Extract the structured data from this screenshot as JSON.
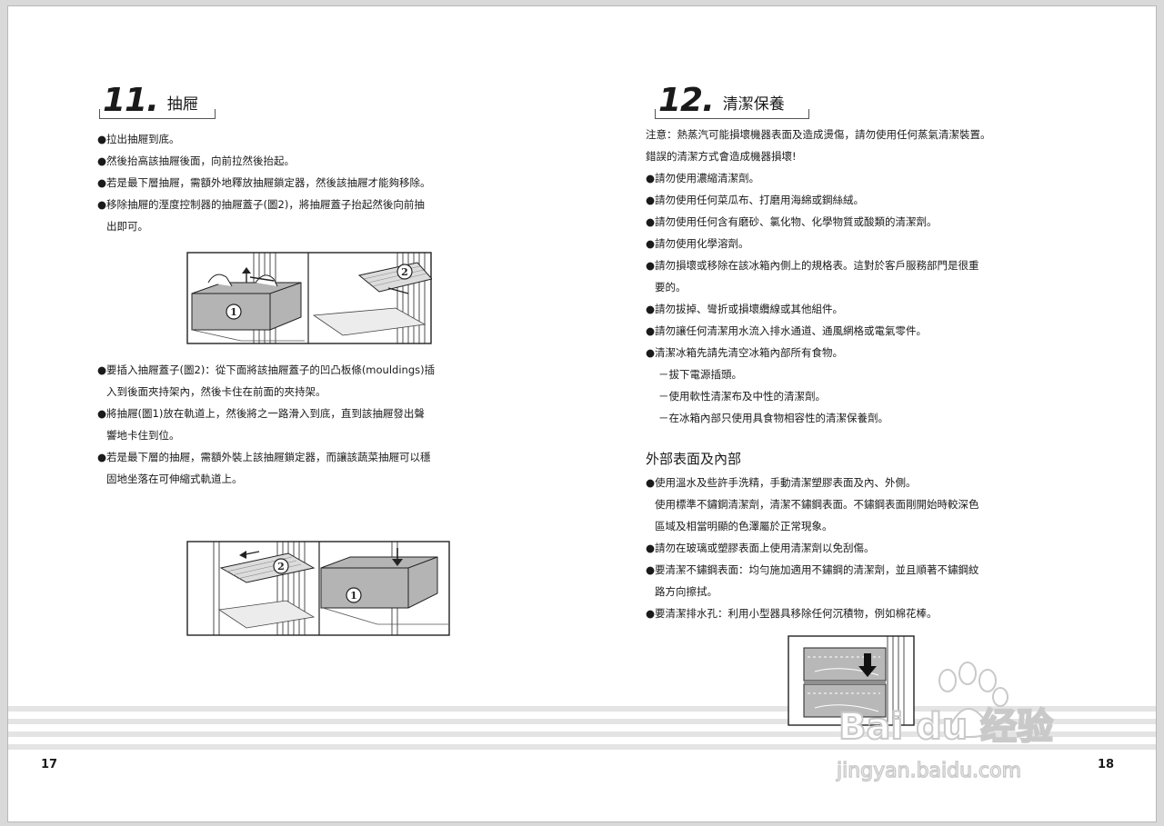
{
  "left_page": {
    "section_number": "11.",
    "section_title": "抽屜",
    "lines_top": [
      {
        "text": "●拉出抽屜到底。",
        "indent": false
      },
      {
        "text": "●然後抬高該抽屜後面，向前拉然後抬起。",
        "indent": false
      },
      {
        "text": "●若是最下層抽屜，需額外地釋放抽屜鎖定器，然後該抽屜才能夠移除。",
        "indent": false
      },
      {
        "text": "●移除抽屜的溼度控制器的抽屜蓋子(圖2)，將抽屜蓋子抬起然後向前抽",
        "indent": false
      },
      {
        "text": "出即可。",
        "indent": true
      }
    ],
    "lines_bottom": [
      {
        "text": "●要插入抽屜蓋子(圖2)：從下面將該抽屜蓋子的凹凸板條(mouldings)插",
        "indent": false
      },
      {
        "text": "入到後面夾持架內，然後卡住在前面的夾持架。",
        "indent": true
      },
      {
        "text": "●將抽屜(圖1)放在軌道上，然後將之一路滑入到底，直到該抽屜發出聲",
        "indent": false
      },
      {
        "text": "響地卡住到位。",
        "indent": true
      },
      {
        "text": "●若是最下層的抽屜，需額外裝上該抽屜鎖定器，而讓該蔬菜抽屜可以穩",
        "indent": false
      },
      {
        "text": "固地坐落在可伸縮式軌道上。",
        "indent": true
      }
    ],
    "figure1_labels": [
      "1",
      "2"
    ],
    "figure2_labels": [
      "2",
      "1"
    ],
    "page_number": "17"
  },
  "right_page": {
    "section_number": "12.",
    "section_title": "清潔保養",
    "lines_main": [
      {
        "text": "注意：熱蒸汽可能損壞機器表面及造成燙傷，請勿使用任何蒸氣清潔裝置。",
        "style": "plain"
      },
      {
        "text": "錯誤的清潔方式會造成機器損壞!",
        "style": "plain"
      },
      {
        "text": "●請勿使用濃縮清潔劑。",
        "style": "plain"
      },
      {
        "text": "●請勿使用任何菜瓜布、打磨用海綿或鋼絲絨。",
        "style": "plain"
      },
      {
        "text": "●請勿使用任何含有磨砂、氯化物、化學物質或酸類的清潔劑。",
        "style": "plain"
      },
      {
        "text": "●請勿使用化學溶劑。",
        "style": "plain"
      },
      {
        "text": "●請勿損壞或移除在該冰箱內側上的規格表。這對於客戶服務部門是很重",
        "style": "plain"
      },
      {
        "text": "要的。",
        "style": "indent"
      },
      {
        "text": "●請勿拔掉、彎折或損壞纜線或其他組件。",
        "style": "plain"
      },
      {
        "text": "●請勿讓任何清潔用水流入排水通道、通風網格或電氣零件。",
        "style": "plain"
      },
      {
        "text": "●清潔冰箱先請先清空冰箱內部所有食物。",
        "style": "plain"
      },
      {
        "text": "－拔下電源插頭。",
        "style": "sub"
      },
      {
        "text": "－使用軟性清潔布及中性的清潔劑。",
        "style": "sub"
      },
      {
        "text": "－在冰箱內部只使用具食物相容性的清潔保養劑。",
        "style": "sub"
      }
    ],
    "subsection_title": "外部表面及內部",
    "lines_sub": [
      {
        "text": "●使用溫水及些許手洗精，手動清潔塑膠表面及內、外側。",
        "style": "plain"
      },
      {
        "text": "使用標準不鏽鋼清潔劑，清潔不鏽鋼表面。不鏽鋼表面剛開始時較深色",
        "style": "indent"
      },
      {
        "text": "區域及相當明顯的色澤屬於正常現象。",
        "style": "indent"
      },
      {
        "text": "●請勿在玻璃或塑膠表面上使用清潔劑以免刮傷。",
        "style": "plain"
      },
      {
        "text": "●要清潔不鏽鋼表面：均勻施加適用不鏽鋼的清潔劑，並且順著不鏽鋼紋",
        "style": "plain"
      },
      {
        "text": "路方向擦拭。",
        "style": "indent"
      },
      {
        "text": "●要清潔排水孔：利用小型器具移除任何沉積物，例如棉花棒。",
        "style": "plain"
      }
    ],
    "page_number": "18"
  },
  "watermark": {
    "brand_text": "Bai du 经验",
    "url_text": "jingyan.baidu.com"
  },
  "colors": {
    "text": "#1a1a1a",
    "stripe": "#e4e4e4",
    "watermark": "#c9c9c9",
    "figure_line": "#222222"
  }
}
